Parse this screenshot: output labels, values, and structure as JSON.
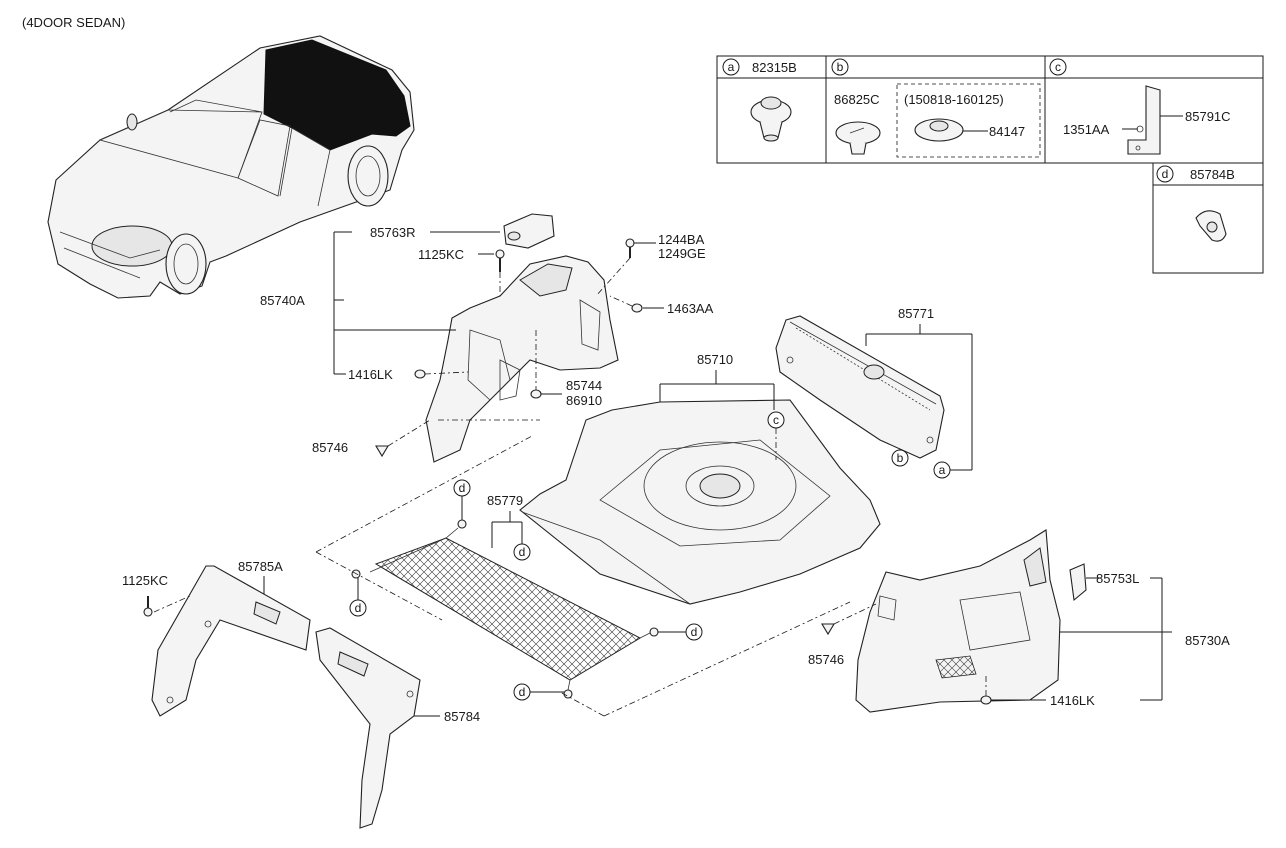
{
  "header": {
    "variant": "(4DOOR SEDAN)"
  },
  "legend_table": {
    "a": {
      "letter": "a",
      "part": "82315B"
    },
    "b": {
      "letter": "b",
      "part": "86825C",
      "date_range": "(150818-160125)",
      "alt_part": "84147"
    },
    "c": {
      "letter": "c",
      "part_bracket": "85791C",
      "part_clip": "1351AA"
    },
    "d": {
      "letter": "d",
      "part": "85784B"
    }
  },
  "callouts": {
    "p85763R": "85763R",
    "p1125KC_top": "1125KC",
    "p1244BA": "1244BA",
    "p1249GE": "1249GE",
    "p85740A": "85740A",
    "p1463AA": "1463AA",
    "p1416LK_left": "1416LK",
    "p85744": "85744",
    "p86910": "86910",
    "p85746_left": "85746",
    "p85710": "85710",
    "p85771": "85771",
    "p85779": "85779",
    "p85785A": "85785A",
    "p1125KC_left": "1125KC",
    "p85784": "85784",
    "p85753L": "85753L",
    "p85730A": "85730A",
    "p85746_right": "85746",
    "p1416LK_right": "1416LK"
  },
  "ref_letters": {
    "c_mat": "c",
    "b_cover": "b",
    "a_cover": "a",
    "d1": "d",
    "d2": "d",
    "d3": "d",
    "d4": "d",
    "d5": "d"
  }
}
